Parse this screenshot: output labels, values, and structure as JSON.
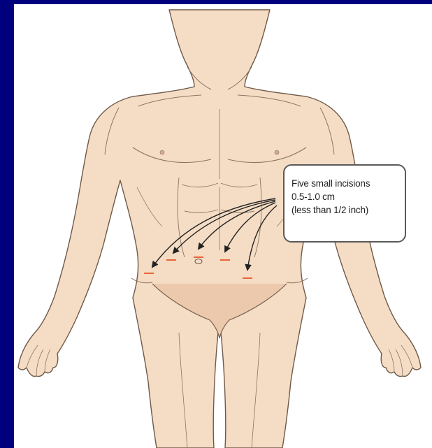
{
  "callout": {
    "lines": [
      "Five small incisions",
      "0.5-1.0 cm",
      "(less than 1/2 inch)"
    ]
  },
  "colors": {
    "background": "#00007f",
    "panel": "#ffffff",
    "skin": "#f5dcc4",
    "outline": "#6e5a4a",
    "incision": "#e8643c",
    "arrow": "#222222"
  },
  "diagram": {
    "subject": "front-view-human-torso",
    "incision_count": 5
  }
}
